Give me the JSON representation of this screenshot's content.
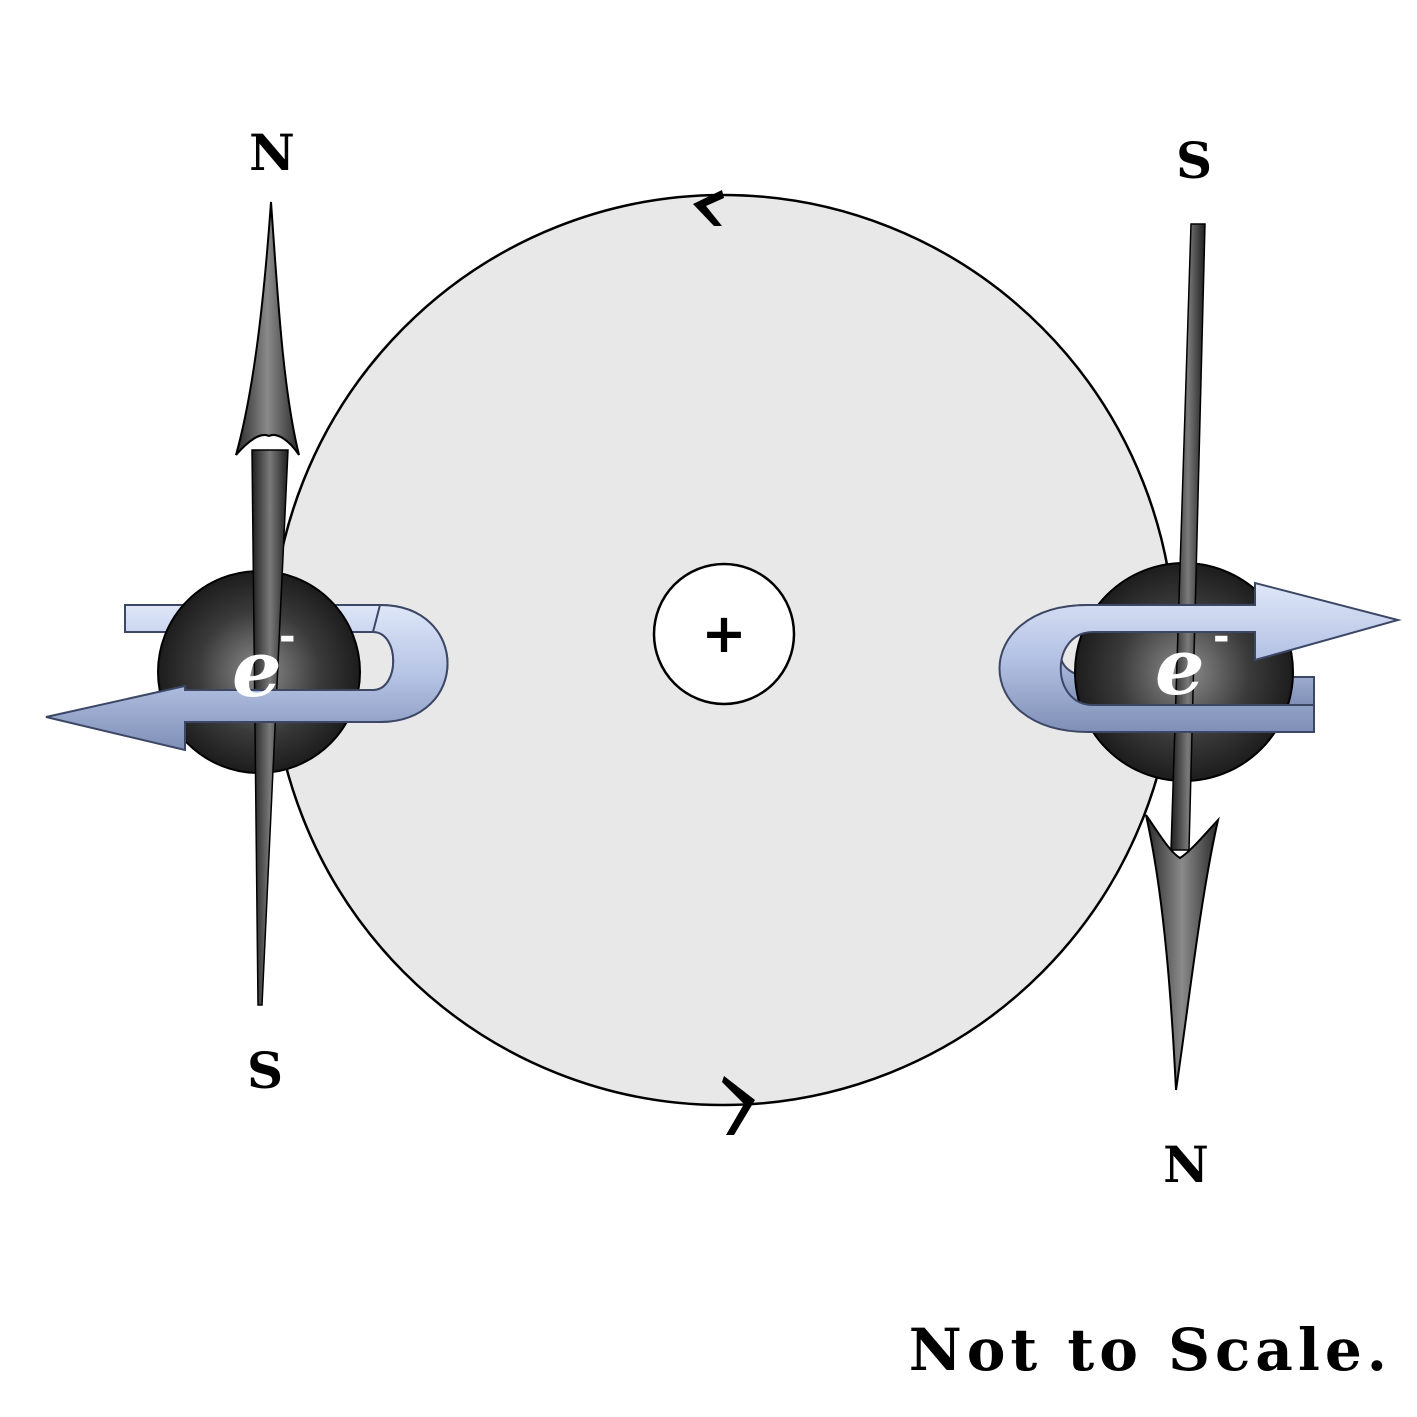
{
  "nucleus": {
    "charge_label": "+"
  },
  "electrons": [
    {
      "symbol": "e",
      "charge": "-",
      "spin": "counter-clockwise",
      "top_pole": "N",
      "bottom_pole": "S"
    },
    {
      "symbol": "e",
      "charge": "-",
      "spin": "clockwise",
      "top_pole": "S",
      "bottom_pole": "N"
    }
  ],
  "orbit": {
    "direction": "counter-clockwise"
  },
  "caption": "Not to Scale.",
  "colors": {
    "orbit_fill": "#e8e8e8",
    "electron_body": "#2f2f2f",
    "spin_arrow": "#b8c6e6",
    "magnetic_arrow": "#444444"
  }
}
